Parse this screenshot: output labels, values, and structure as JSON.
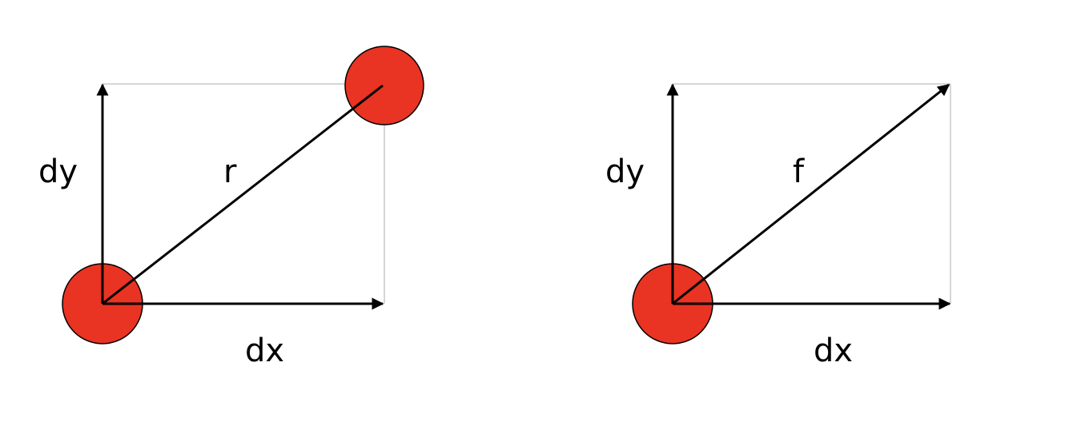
{
  "colors": {
    "body_fill": "#e93323",
    "stroke": "#000000",
    "guide": "#c8c8c8"
  },
  "left_panel": {
    "dy_label": "dy",
    "dx_label": "dx",
    "vector_label": "r"
  },
  "right_panel": {
    "dy_label": "dy",
    "dx_label": "dx",
    "vector_label": "f"
  }
}
